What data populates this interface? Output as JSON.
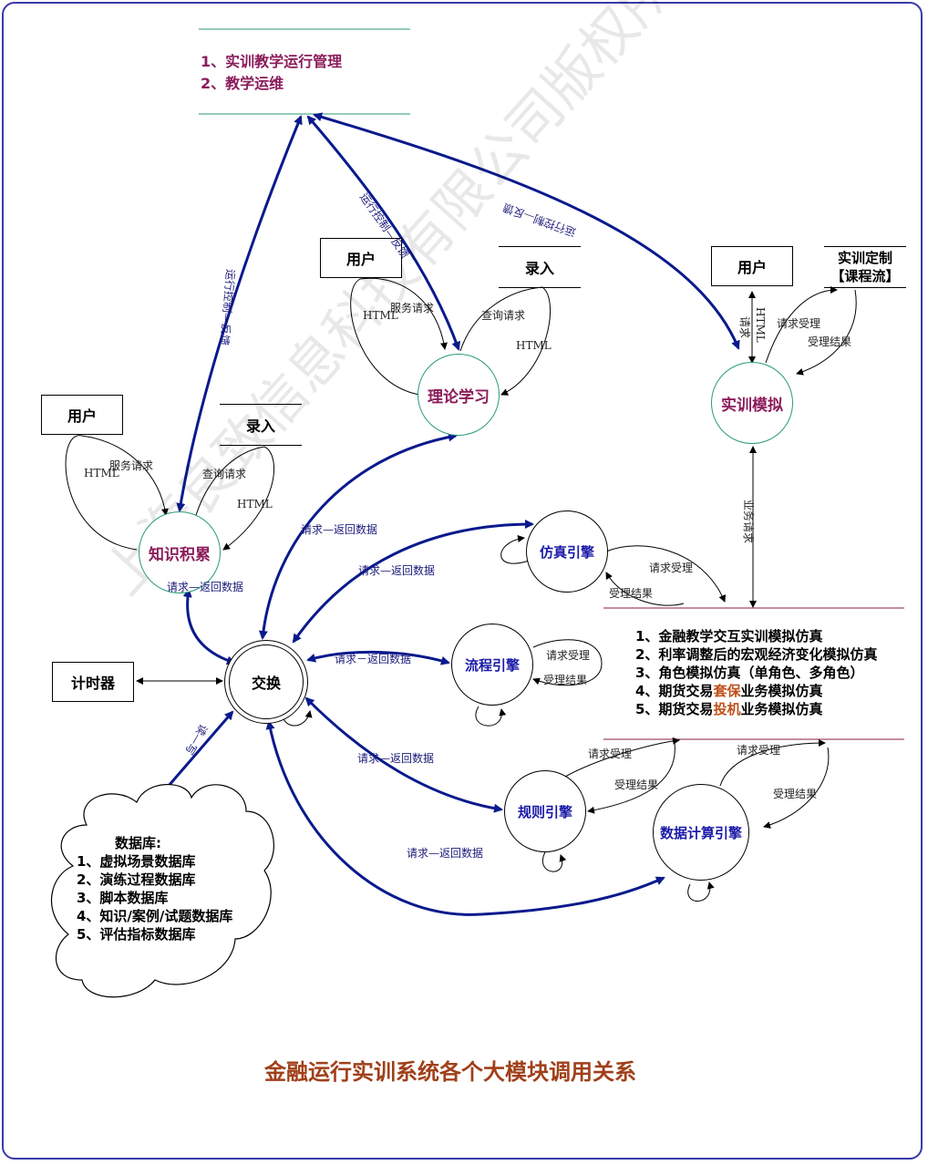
{
  "top_list": [
    "1、实训教学运行管理",
    "2、教学运维"
  ],
  "nodes": {
    "theory": "理论学习",
    "practice": "实训模拟",
    "knowledge": "知识积累",
    "exchange": "交换",
    "sim_engine": "仿真引擎",
    "flow_engine": "流程引擎",
    "rule_engine": "规则引擎",
    "calc_engine": "数据计算引擎"
  },
  "boxes": {
    "user": "用户",
    "timer": "计时器",
    "course_line1": "实训定制",
    "course_line2": "【课程流】"
  },
  "stores": {
    "entry": "录入"
  },
  "edge_labels": {
    "run_control": "运行控制—反馈",
    "service_request": "服务请求",
    "query_request": "查询请求",
    "html": "HTML",
    "request": "请求",
    "request_accept": "请求受理",
    "accept_result": "受理结果",
    "business_request": "业务请求",
    "req_return": "请求—返回数据",
    "req_return_alt": "请求－返回数据",
    "read_write": "读—写"
  },
  "sim_list": [
    "1、金融教学交互实训模拟仿真",
    "2、利率调整后的宏观经济变化模拟仿真",
    "3、角色模拟仿真（单角色、多角色）"
  ],
  "sim_item4": {
    "pre": "4、期货交易",
    "hl": "套保",
    "post": "业务模拟仿真"
  },
  "sim_item5": {
    "pre": "5、期货交易",
    "hl": "投机",
    "post": "业务模拟仿真"
  },
  "database": {
    "title": "数据库:",
    "items": [
      "1、虚拟场景数据库",
      "2、演练过程数据库",
      "3、脚本数据库",
      "4、知识/案例/试题数据库",
      "5、评估指标数据库"
    ]
  },
  "watermark": "上海良致信息科技有限公司版权所有",
  "caption": "金融运行实训系统各个大模块调用关系",
  "colors": {
    "frame": "#3a3aa8",
    "arrow_blue": "#0a1a8c",
    "node_magenta": "#8b1c5a",
    "engine_blue": "#1a1aa8",
    "caption": "#a0401a",
    "highlight": "#c0501a",
    "teal_line": "#2a9a7a",
    "maroon_line": "#8b1c3a"
  }
}
